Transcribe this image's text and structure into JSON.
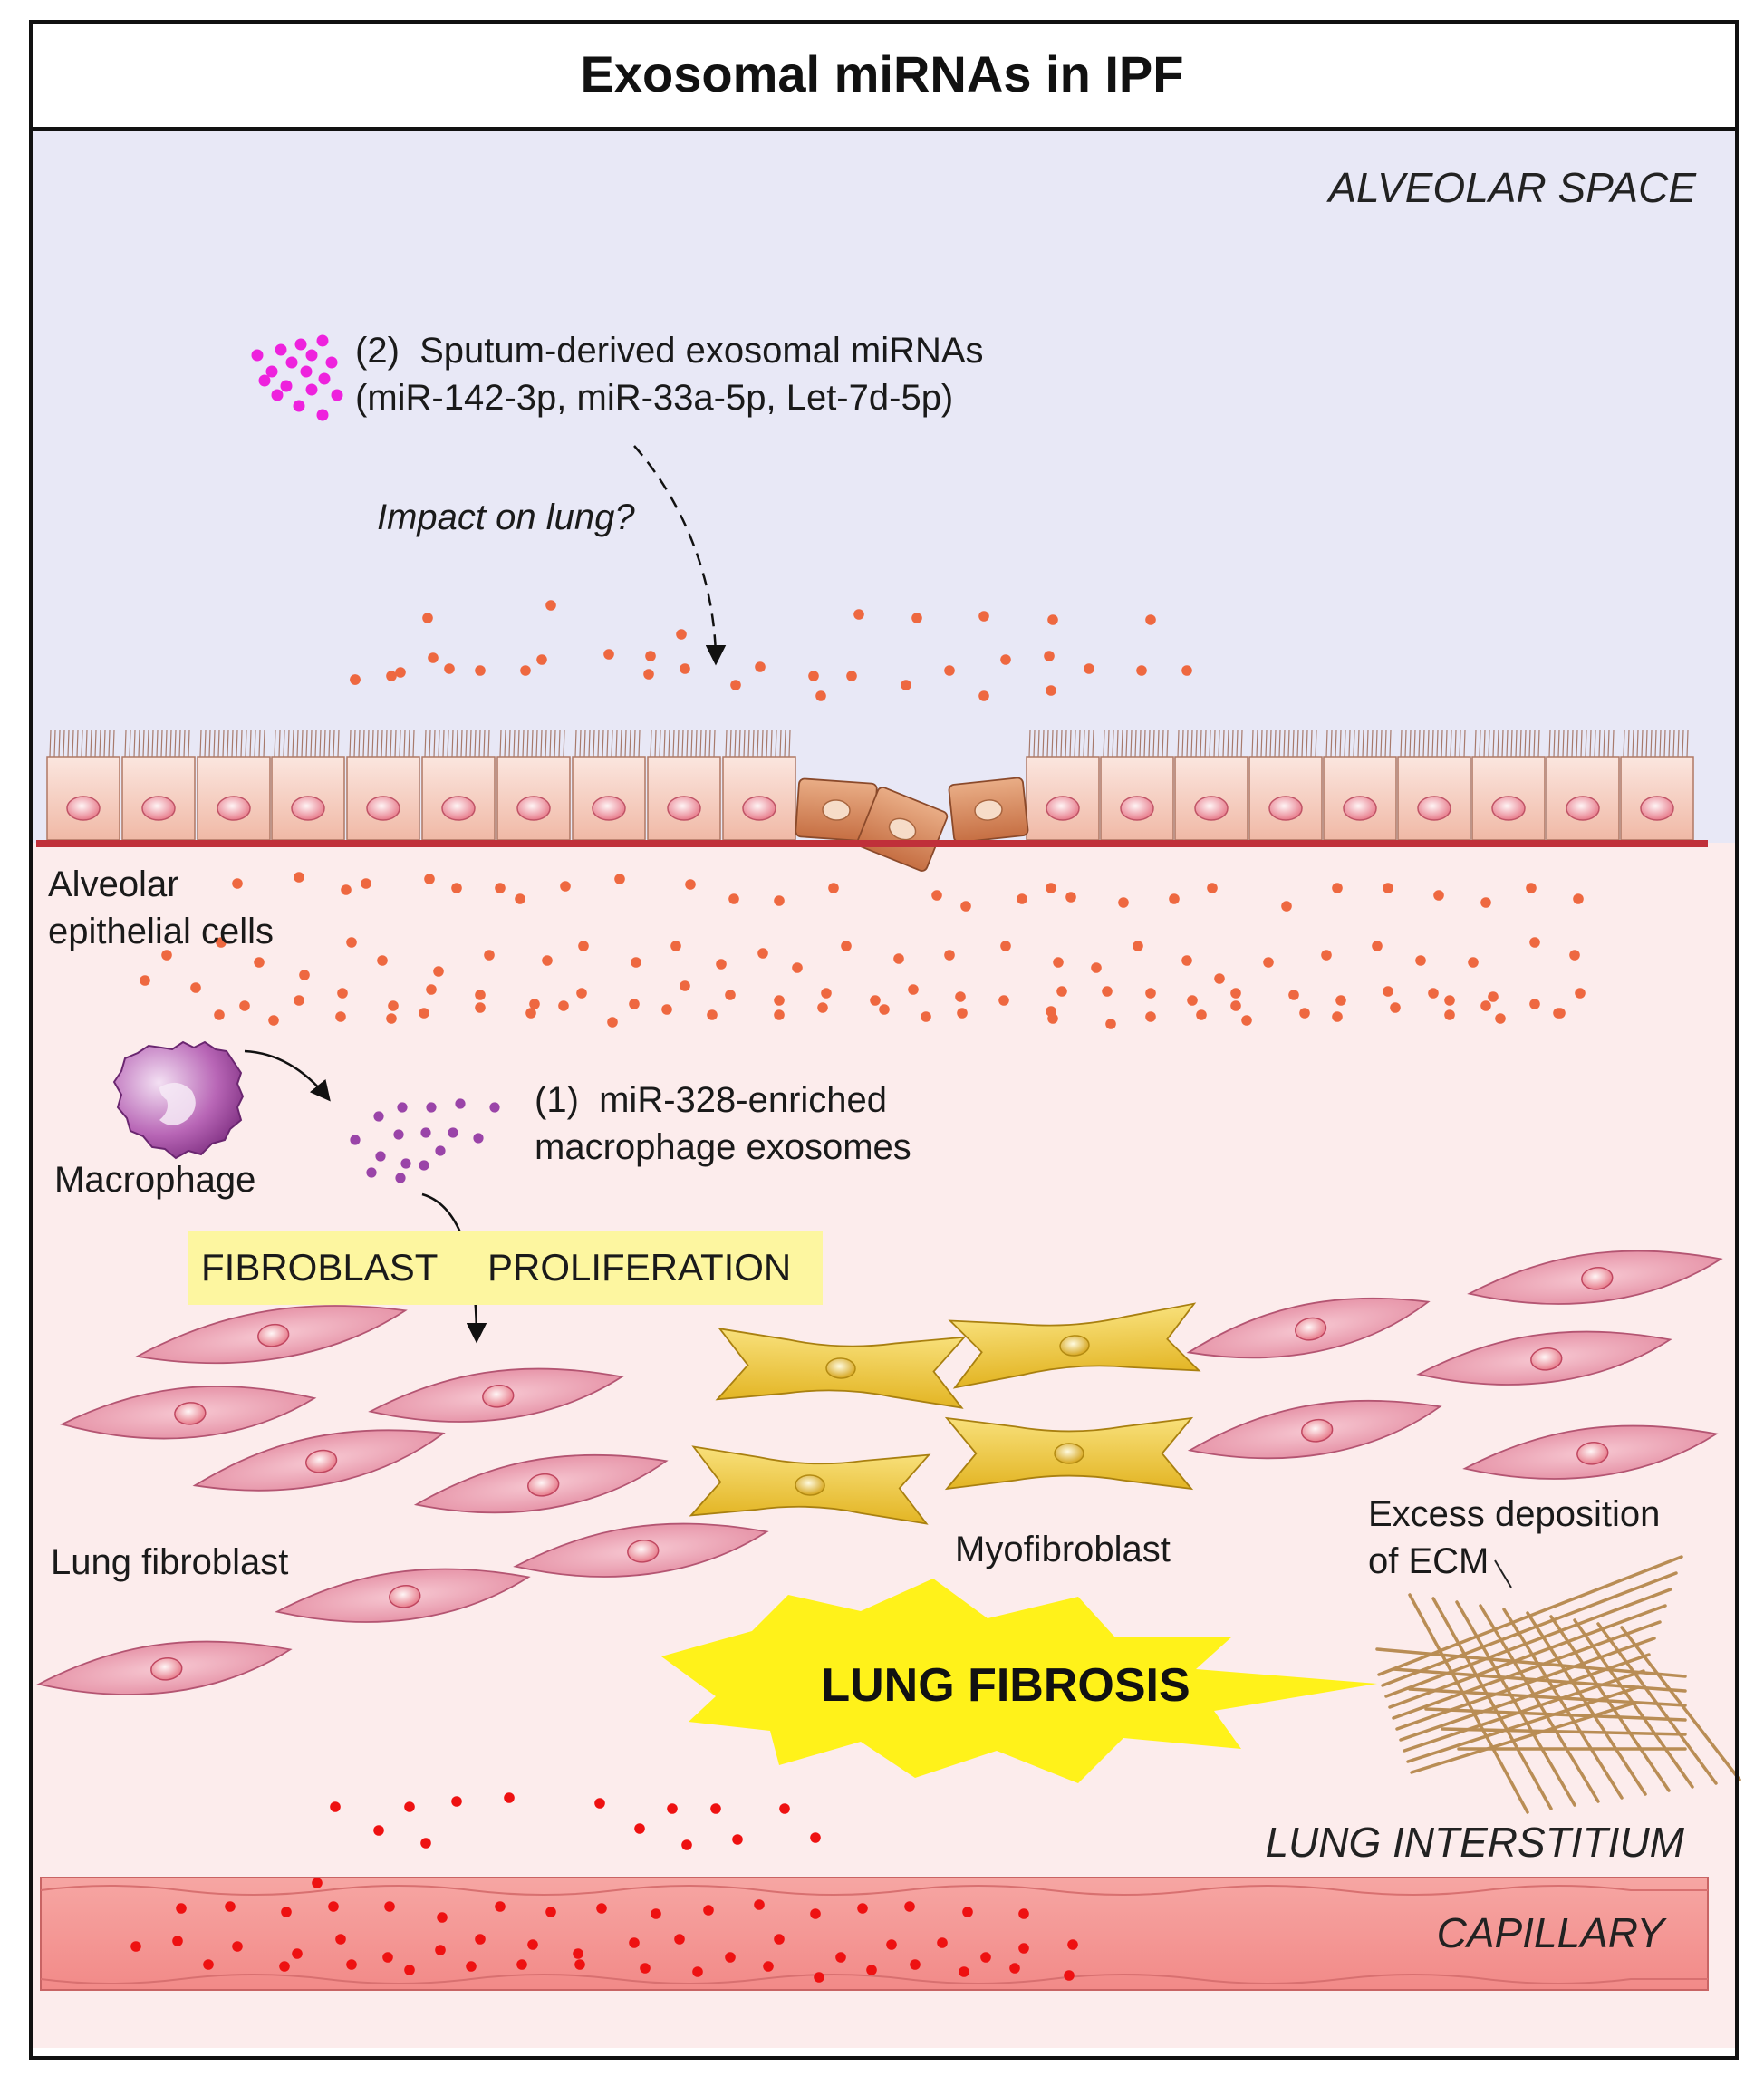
{
  "title": "Exosomal miRNAs in IPF",
  "regions": {
    "alveolar_space": "ALVEOLAR SPACE",
    "lung_interstitium": "LUNG INTERSTITIUM",
    "capillary": "CAPILLARY"
  },
  "sputum_label": "(2)  Sputum-derived exosomal miRNAs\n(miR-142-3p, miR-33a-5p, Let-7d-5p)",
  "impact_question": "Impact on lung?",
  "alveolar_cells_label": "Alveolar\nepithelial cells",
  "macrophage_label": "Macrophage",
  "macrophage_exosomes_label": "(1)  miR-328-enriched\nmacrophage exosomes",
  "fibroblast_proliferation": {
    "part1": "FIBROBLAST",
    "part2": "PROLIFERATION"
  },
  "lung_fibroblast_label": "Lung fibroblast",
  "myofibroblast_label": "Myofibroblast",
  "ecm_label": "Excess deposition\nof ECM",
  "lung_fibrosis_label": "LUNG FIBROSIS",
  "colors": {
    "alveolar_space_bg": "#e8e8f6",
    "interstitium_bg": "#fcecec",
    "capillary": "#f59896",
    "basement_membrane": "#c0303a",
    "exosome_orange": "#ee6840",
    "exosome_magenta": "#ee22dd",
    "exosome_purple": "#9a44a8",
    "exosome_red": "#ee1111",
    "fibroblast": "#eea4b4",
    "myofibroblast": "#f2cd3c",
    "ecm": "#b98d55",
    "fibrosis_burst": "#fff21a",
    "highlight": "#fdf6a0"
  }
}
